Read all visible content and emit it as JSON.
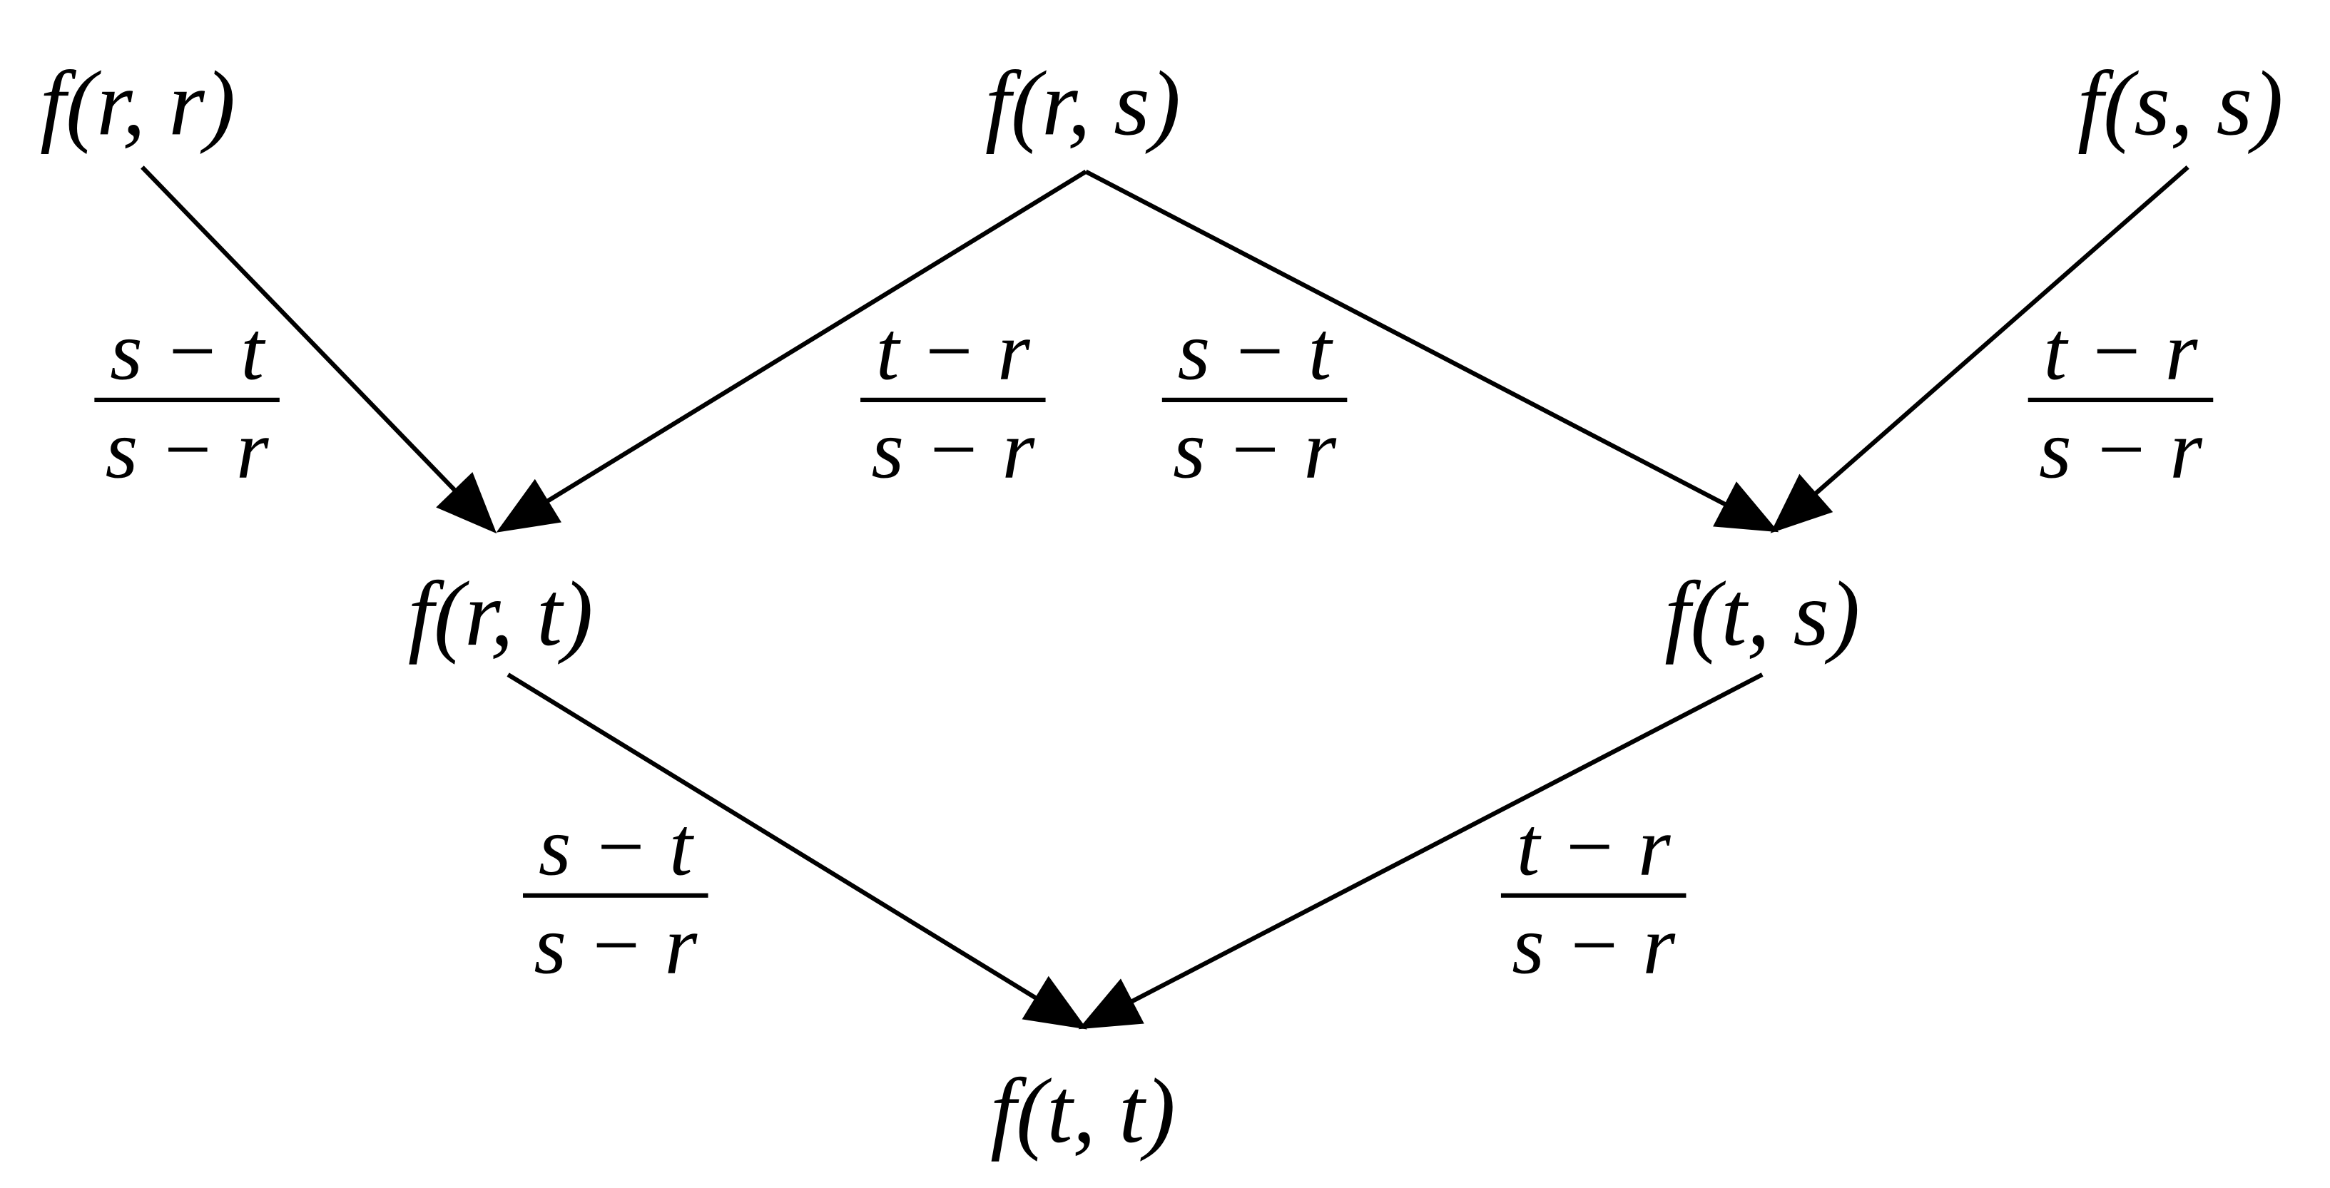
{
  "nodes": {
    "rr": "f(r, r)",
    "rs": "f(r, s)",
    "ss": "f(s, s)",
    "rt": "f(r, t)",
    "ts": "f(t, s)",
    "tt": "f(t, t)"
  },
  "edges": [
    {
      "from": "rr",
      "to": "rt",
      "num": "s − t",
      "den": "s − r"
    },
    {
      "from": "rs",
      "to": "rt",
      "num": "t − r",
      "den": "s − r"
    },
    {
      "from": "rs",
      "to": "ts",
      "num": "s − t",
      "den": "s − r"
    },
    {
      "from": "ss",
      "to": "ts",
      "num": "t − r",
      "den": "s − r"
    },
    {
      "from": "rt",
      "to": "tt",
      "num": "s − t",
      "den": "s − r"
    },
    {
      "from": "ts",
      "to": "tt",
      "num": "t − r",
      "den": "s − r"
    }
  ]
}
